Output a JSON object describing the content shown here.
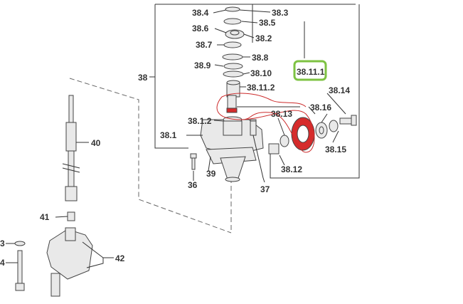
{
  "labels": {
    "l38_4": "38.4",
    "l38_3": "38.3",
    "l38_6": "38.6",
    "l38_5": "38.5",
    "l38_2": "38.2",
    "l38_7": "38.7",
    "l38_8": "38.8",
    "l38_9": "38.9",
    "l38_10": "38.10",
    "l38_11_1": "38.11.1",
    "l38_11_2": "38.11.2",
    "l38_14": "38.14",
    "l38_16": "38.16",
    "l38_13": "38.13",
    "l38_1_2": "38.1.2",
    "l38_1": "38.1",
    "l38_15": "38.15",
    "l38_12": "38.12",
    "l38": "38",
    "l39": "39",
    "l36": "36",
    "l37": "37",
    "l40": "40",
    "l41": "41",
    "l42": "42",
    "l3": "3",
    "l4": "4"
  },
  "colors": {
    "highlight_box": "#7dc242",
    "freehand_circle": "#cc2b2b",
    "gear_red": "#d62b2b",
    "line": "#333333"
  }
}
